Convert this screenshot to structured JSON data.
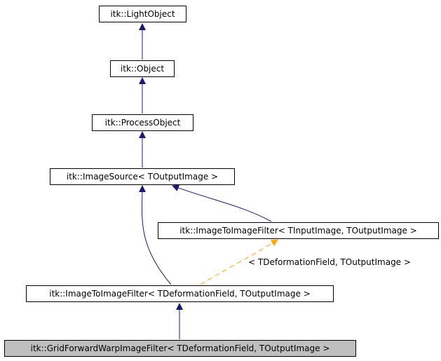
{
  "diagram": {
    "nodes": [
      {
        "id": "lightobject",
        "label": "itk::LightObject"
      },
      {
        "id": "object",
        "label": "itk::Object"
      },
      {
        "id": "processobject",
        "label": "itk::ProcessObject"
      },
      {
        "id": "imagesource",
        "label": "itk::ImageSource< TOutputImage >"
      },
      {
        "id": "imagetoimagefilter_generic",
        "label": "itk::ImageToImageFilter< TInputImage, TOutputImage >"
      },
      {
        "id": "imagetoimagefilter_deformation",
        "label": "itk::ImageToImageFilter< TDeformationField, TOutputImage >"
      },
      {
        "id": "gridforwardwarp",
        "label": "itk::GridForwardWarpImageFilter< TDeformationField, TOutputImage >"
      }
    ],
    "template_edge_label": "< TDeformationField, TOutputImage >",
    "colors": {
      "inheritance": "#191970",
      "template_instantiation": "#ffa500",
      "current_node_fill": "#bfbfbf"
    }
  }
}
